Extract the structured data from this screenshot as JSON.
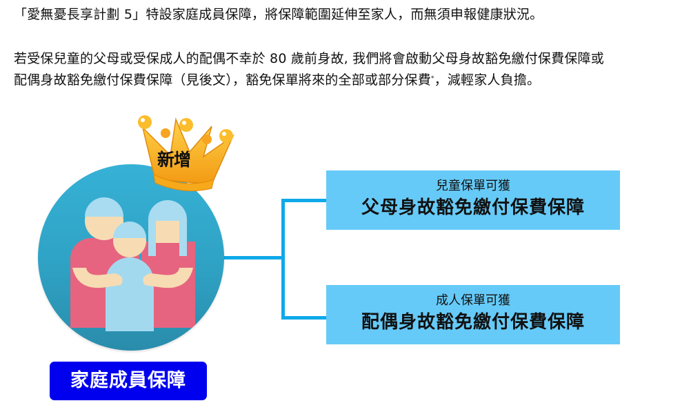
{
  "intro": {
    "line1": "「愛無憂長享計劃 5」特設家庭成員保障，將保障範圍延伸至家人，而無須申報健康狀況。",
    "line2": "若受保兒童的父母或受保成人的配偶不幸於 80 歲前身故, 我們將會啟動父母身故豁免繳付保費保障或",
    "line3a": "配偶身故豁免繳付保費保障（見後文），豁免保單將來的全部或部分保費",
    "line3_mark": "*",
    "line3b": "，減輕家人負擔。"
  },
  "diagram": {
    "crown_label": "新增",
    "family_badge": "家庭成員保障",
    "benefits": [
      {
        "subtitle": "兒童保單可獲",
        "title": "父母身故豁免繳付保費保障"
      },
      {
        "subtitle": "成人保單可獲",
        "title": "配偶身故豁免繳付保費保障"
      }
    ],
    "icons": {
      "family": "family-icon",
      "crown": "crown-icon"
    },
    "colors": {
      "circle": "#33aacf",
      "box": "#66caf8",
      "connector": "#0ea9e9",
      "badge": "#0000ee",
      "crown": "#f5b31f",
      "adult_shirt": "#e6647f",
      "child_shirt": "#a3d9ef",
      "skin": "#f7dcb3",
      "hair": "#a9dcf0"
    }
  }
}
